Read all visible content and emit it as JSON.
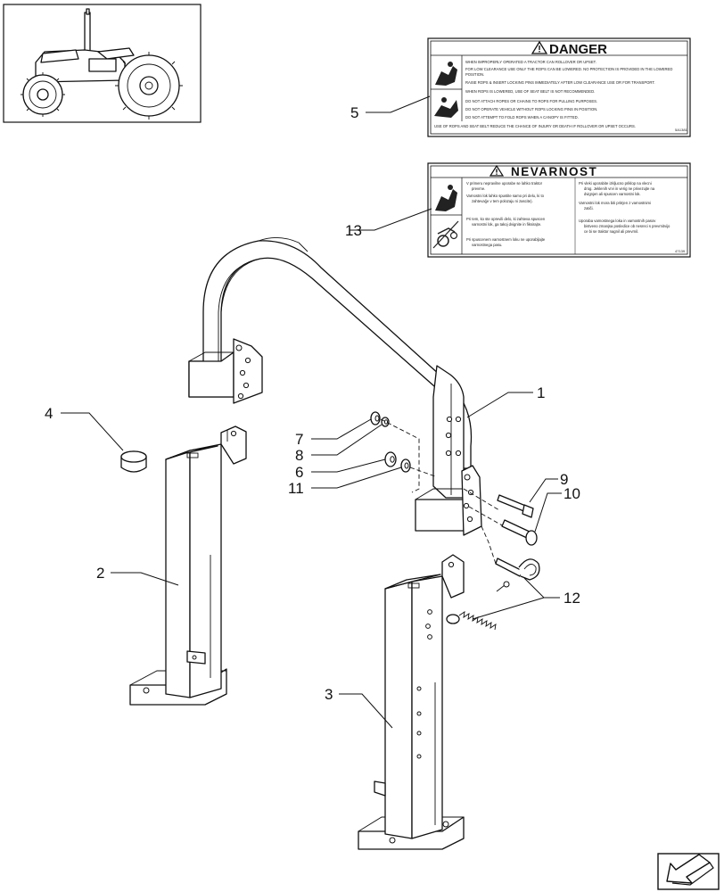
{
  "callouts": [
    {
      "id": "c1",
      "label": "1"
    },
    {
      "id": "c2",
      "label": "2"
    },
    {
      "id": "c3",
      "label": "3"
    },
    {
      "id": "c4",
      "label": "4"
    },
    {
      "id": "c5",
      "label": "5"
    },
    {
      "id": "c6",
      "label": "6"
    },
    {
      "id": "c7",
      "label": "7"
    },
    {
      "id": "c8",
      "label": "8"
    },
    {
      "id": "c9",
      "label": "9"
    },
    {
      "id": "c10",
      "label": "10"
    },
    {
      "id": "c11",
      "label": "11"
    },
    {
      "id": "c12",
      "label": "12"
    },
    {
      "id": "c13",
      "label": "13"
    }
  ],
  "danger_label": {
    "title": "DANGER",
    "lines": [
      "WHEN IMPROPERLY OPERATED A TRACTOR CAN ROLLOVER OR UPSET.",
      "FOR LOW CLEARANCE USE ONLY THE ROPS CAN BE LOWERED. NO PROTECTION IS PROVIDED IN THE LOWERED",
      "POSITION.",
      "RAISE ROPS & INSERT LOCKING PINS IMMEDIATELY AFTER LOW CLEARANCE USE OR FOR TRANSPORT.",
      "WHEN ROPS IS LOWERED, USE OF SEAT BELT IS NOT RECOMMENDED.",
      "DO NOT ATTACH ROPES OR CHAINS TO ROPS FOR PULLING PURPOSES.",
      "DO NOT OPERATE VEHICLE WITHOUT ROPS LOCKING PINS IN POSITION.",
      "DO NOT ATTEMPT TO FOLD ROPS WHEN A CANOPY IS FITTED.",
      "USE OF ROPS AND SEAT BELT REDUCE THE CHANCE OF INJURY OR DEATH IF ROLLOVER OR UPSET OCCURS."
    ],
    "code": "5A1381"
  },
  "nevarnost_label": {
    "title": "NEVARNOST",
    "left_lines": [
      "V primeru nepravilne uporabe se lahko traktor",
      "prevrne.",
      "Varnostni lok lahko spustite samo pri delu, ki to",
      "zahteva(je v tem polozaju ni zascite).",
      "Pri tem, ko ste oprevili delo, ki zahteva spuscen",
      "varnostni lok, ga takoj dvignite in fiksirajte.",
      "Pri spuscenem varnostnem loku ne uporabljajte",
      "varnostnega pasu."
    ],
    "right_lines": [
      "Pri vleki uporabite izkljucno priklop na vlecni",
      "drog. Jeklenih vrvi in verig ne privezujte na",
      "dvignjen ali spuscen varnostni lok.",
      "Varnostni lok mora biti pritrjen z varnostnimi",
      "zatiči.",
      "Uporaba varnostnega loka in varnostnih pasov",
      "bistveno zmanjsa posledice ob nesreci s prevrnitvijo",
      "ce bi se traktor nagnil ali prevrnil."
    ],
    "code": "47139"
  },
  "thumbnail": {
    "icon": "tractor-icon"
  },
  "nav": {
    "icon": "next-page-arrow-icon"
  }
}
